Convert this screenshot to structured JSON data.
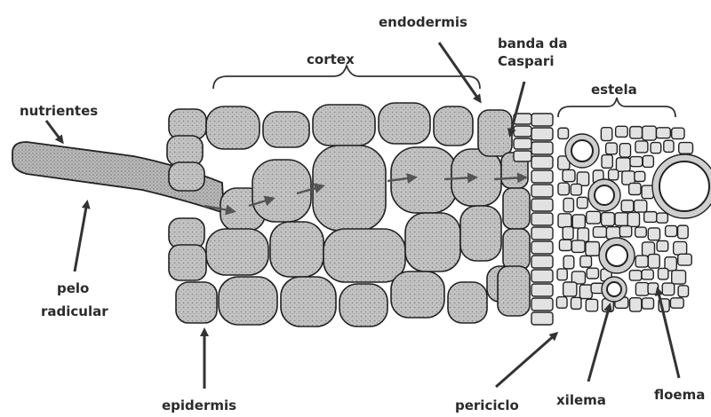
{
  "labels": {
    "endodermis": "endodermis",
    "banda_line1": "banda da",
    "banda_line2": "Caspari",
    "cortex": "cortex",
    "estela": "estela",
    "nutrientes": "nutrientes",
    "pelo_line1": "pelo",
    "pelo_line2": "radicular",
    "epidermis": "epidermis",
    "periciclo": "periciclo",
    "xilema": "xilema",
    "floema": "floema"
  }
}
